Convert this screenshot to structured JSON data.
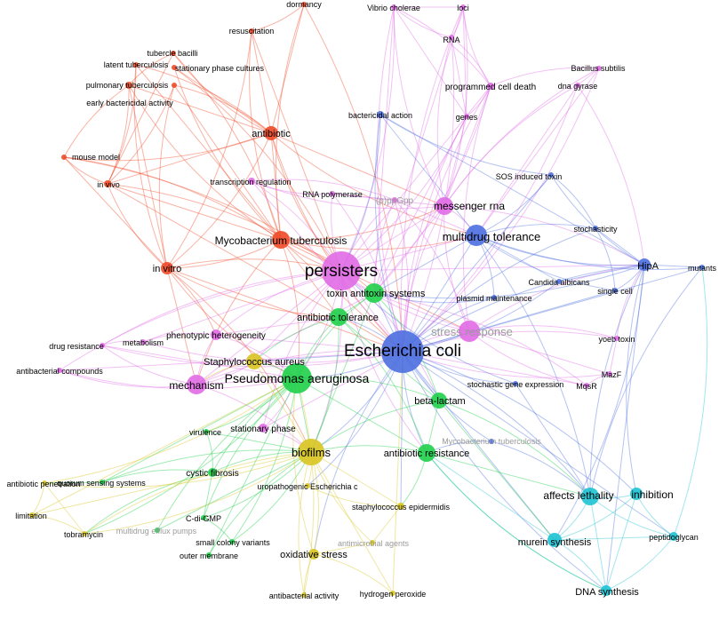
{
  "clusters": {
    "red": "#f04a28",
    "pink": "#e06ce6",
    "blue": "#4d6fe0",
    "green": "#1fd04a",
    "yellow": "#d8c521",
    "cyan": "#1ec3d3",
    "purple": "#c88ad8"
  },
  "nodes": [
    {
      "id": "dormancy",
      "label": "dormancy",
      "cluster": "red"
    },
    {
      "id": "resuscitation",
      "label": "resuscitation",
      "cluster": "red"
    },
    {
      "id": "tubercle_bacilli",
      "label": "tubercle bacilli",
      "cluster": "red"
    },
    {
      "id": "latent_tb",
      "label": "latent tuberculosis",
      "cluster": "red"
    },
    {
      "id": "stationary_cultures",
      "label": "stationary phase cultures",
      "cluster": "red"
    },
    {
      "id": "pulmonary_tb",
      "label": "pulmonary tuberculosis",
      "cluster": "red"
    },
    {
      "id": "early_bact",
      "label": "early bactericidal activity",
      "cluster": "red"
    },
    {
      "id": "antibiotic",
      "label": "antibiotic",
      "cluster": "red"
    },
    {
      "id": "mouse_model",
      "label": "mouse model",
      "cluster": "red"
    },
    {
      "id": "in_vivo",
      "label": "in vivo",
      "cluster": "red"
    },
    {
      "id": "mtb",
      "label": "Mycobacterium tuberculosis",
      "cluster": "red"
    },
    {
      "id": "in_vitro",
      "label": "in vitro",
      "cluster": "red"
    },
    {
      "id": "vibrio",
      "label": "Vibrio cholerae",
      "cluster": "pink"
    },
    {
      "id": "loci",
      "label": "loci",
      "cluster": "pink"
    },
    {
      "id": "rna",
      "label": "RNA",
      "cluster": "pink"
    },
    {
      "id": "bsubtilis",
      "label": "Bacillus subtilis",
      "cluster": "pink"
    },
    {
      "id": "pcd",
      "label": "programmed cell death",
      "cluster": "pink"
    },
    {
      "id": "gyrase",
      "label": "dna gyrase",
      "cluster": "pink"
    },
    {
      "id": "genes",
      "label": "genes",
      "cluster": "pink"
    },
    {
      "id": "transcription",
      "label": "transcription regulation",
      "cluster": "pink"
    },
    {
      "id": "rnapol",
      "label": "RNA polymerase",
      "cluster": "pink"
    },
    {
      "id": "ppgpp",
      "label": "(p)ppGpp",
      "cluster": "pink",
      "grey": true
    },
    {
      "id": "mrna",
      "label": "messenger rna",
      "cluster": "pink"
    },
    {
      "id": "persisters",
      "label": "persisters",
      "cluster": "pink"
    },
    {
      "id": "stress",
      "label": "stress response",
      "cluster": "pink",
      "grey": true
    },
    {
      "id": "drug_res",
      "label": "drug resistance",
      "cluster": "pink"
    },
    {
      "id": "metabolism",
      "label": "metabolism",
      "cluster": "pink"
    },
    {
      "id": "pheno",
      "label": "phenotypic heterogeneity",
      "cluster": "pink"
    },
    {
      "id": "antibact_comp",
      "label": "antibacterial compounds",
      "cluster": "pink"
    },
    {
      "id": "mechanism",
      "label": "mechanism",
      "cluster": "pink"
    },
    {
      "id": "yoeb",
      "label": "yoeb toxin",
      "cluster": "pink"
    },
    {
      "id": "mazf",
      "label": "MazF",
      "cluster": "pink"
    },
    {
      "id": "mqsr",
      "label": "MqsR",
      "cluster": "pink"
    },
    {
      "id": "stat_phase",
      "label": "stationary phase",
      "cluster": "pink"
    },
    {
      "id": "bact_action",
      "label": "bactericidal action",
      "cluster": "blue"
    },
    {
      "id": "sos",
      "label": "SOS induced toxin",
      "cluster": "blue"
    },
    {
      "id": "mdt",
      "label": "multidrug tolerance",
      "cluster": "blue"
    },
    {
      "id": "stochasticity",
      "label": "stochasticity",
      "cluster": "blue"
    },
    {
      "id": "hipa",
      "label": "HipA",
      "cluster": "blue"
    },
    {
      "id": "mutants",
      "label": "mutants",
      "cluster": "blue"
    },
    {
      "id": "candida",
      "label": "Candida albicans",
      "cluster": "blue"
    },
    {
      "id": "single_cell",
      "label": "single cell",
      "cluster": "blue"
    },
    {
      "id": "plasmid",
      "label": "plasmid maintenance",
      "cluster": "blue"
    },
    {
      "id": "ecoli",
      "label": "Escherichia coli",
      "cluster": "blue"
    },
    {
      "id": "stoch_gene",
      "label": "stochastic gene expression",
      "cluster": "blue"
    },
    {
      "id": "mtb2",
      "label": "Mycobacterium tuberculosis",
      "cluster": "blue",
      "grey": true
    },
    {
      "id": "tas",
      "label": "toxin antitoxin systems",
      "cluster": "green"
    },
    {
      "id": "abx_tol",
      "label": "antibiotic tolerance",
      "cluster": "green"
    },
    {
      "id": "paeru",
      "label": "Pseudomonas aeruginosa",
      "cluster": "green"
    },
    {
      "id": "betalactam",
      "label": "beta-lactam",
      "cluster": "green"
    },
    {
      "id": "abx_res",
      "label": "antibiotic resistance",
      "cluster": "green"
    },
    {
      "id": "virulence",
      "label": "virulence",
      "cluster": "green"
    },
    {
      "id": "cf",
      "label": "cystic fibrosis",
      "cluster": "green"
    },
    {
      "id": "qs",
      "label": "quorum sensing systems",
      "cluster": "green"
    },
    {
      "id": "cdigmp",
      "label": "C-di-GMP",
      "cluster": "green"
    },
    {
      "id": "efflux",
      "label": "multidrug efflux pumps",
      "cluster": "green",
      "grey": true
    },
    {
      "id": "scv",
      "label": "small colony variants",
      "cluster": "green"
    },
    {
      "id": "outer_mem",
      "label": "outer membrane",
      "cluster": "green"
    },
    {
      "id": "saureus",
      "label": "Staphylococcus aureus",
      "cluster": "yellow"
    },
    {
      "id": "biofilms",
      "label": "biofilms",
      "cluster": "yellow"
    },
    {
      "id": "upec",
      "label": "uropathogenic Escherichia c",
      "cluster": "yellow"
    },
    {
      "id": "sepi",
      "label": "staphylococcus epidermidis",
      "cluster": "yellow"
    },
    {
      "id": "antimicrobial",
      "label": "antimicrobial agents",
      "cluster": "yellow",
      "grey": true
    },
    {
      "id": "oxstress",
      "label": "oxidative stress",
      "cluster": "yellow"
    },
    {
      "id": "h2o2",
      "label": "hydrogen peroxide",
      "cluster": "yellow"
    },
    {
      "id": "antibact_act",
      "label": "antibacterial activity",
      "cluster": "yellow"
    },
    {
      "id": "abx_pen",
      "label": "antibiotic penetration",
      "cluster": "yellow"
    },
    {
      "id": "limitation",
      "label": "limitation",
      "cluster": "yellow"
    },
    {
      "id": "tobramycin",
      "label": "tobramycin",
      "cluster": "yellow"
    },
    {
      "id": "lethality",
      "label": "affects lethality",
      "cluster": "cyan"
    },
    {
      "id": "inhibition",
      "label": "inhibition",
      "cluster": "cyan"
    },
    {
      "id": "murein",
      "label": "murein synthesis",
      "cluster": "cyan"
    },
    {
      "id": "pg",
      "label": "peptidoglycan",
      "cluster": "cyan"
    },
    {
      "id": "dnasyn",
      "label": "DNA synthesis",
      "cluster": "cyan"
    }
  ]
}
